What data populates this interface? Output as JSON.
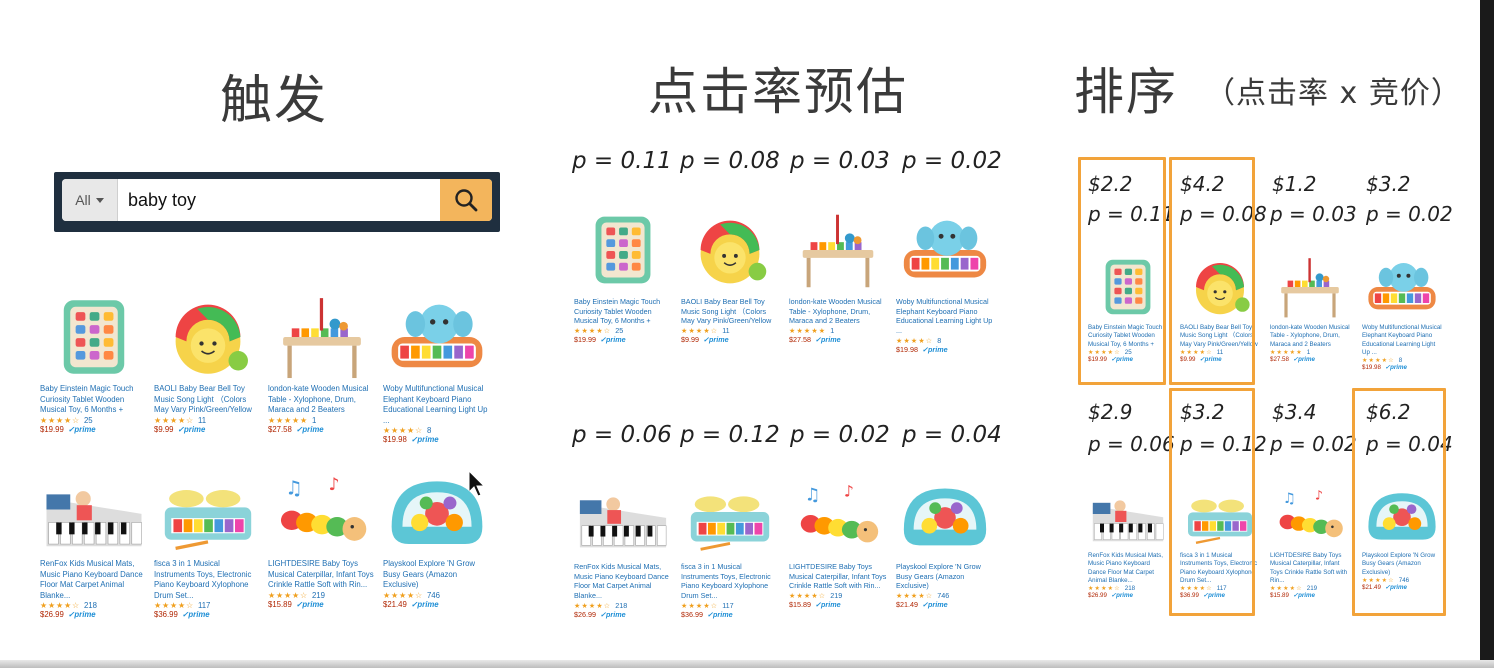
{
  "sections": {
    "trigger": {
      "title": "触发"
    },
    "ctr": {
      "title": "点击率预估"
    },
    "rank": {
      "title": "排序",
      "subtitle": "（点击率 x 竞价）"
    }
  },
  "search": {
    "department": "All",
    "query": "baby toy"
  },
  "products": [
    {
      "title": "Baby Einstein Magic Touch Curiosity Tablet Wooden Musical Toy, 6 Months +",
      "stars": "★★★★☆",
      "reviews": "25",
      "price": "$19.99",
      "prime": "prime"
    },
    {
      "title": "BAOLI Baby Bear Bell Toy Music Song Light （Colors May Vary Pink/Green/Yellow",
      "stars": "★★★★☆",
      "reviews": "11",
      "price": "$9.99",
      "prime": "prime"
    },
    {
      "title": "london-kate Wooden Musical Table - Xylophone, Drum, Maraca and 2 Beaters",
      "stars": "★★★★★",
      "reviews": "1",
      "price": "$27.58",
      "prime": "prime"
    },
    {
      "title": "Woby Multifunctional Musical Elephant Keyboard Piano Educational Learning Light Up ...",
      "stars": "★★★★☆",
      "reviews": "8",
      "price": "$19.98",
      "prime": "prime"
    },
    {
      "title": "RenFox Kids Musical Mats, Music Piano Keyboard Dance Floor Mat Carpet Animal Blanke...",
      "stars": "★★★★☆",
      "reviews": "218",
      "price": "$26.99",
      "prime": "prime"
    },
    {
      "title": "fisca 3 in 1 Musical Instruments Toys, Electronic Piano Keyboard Xylophone Drum Set...",
      "stars": "★★★★☆",
      "reviews": "117",
      "price": "$36.99",
      "prime": "prime"
    },
    {
      "title": "LIGHTDESIRE Baby Toys Musical Caterpillar, Infant Toys Crinkle Rattle Soft with Rin...",
      "stars": "★★★★☆",
      "reviews": "219",
      "price": "$15.89",
      "prime": "prime"
    },
    {
      "title": "Playskool Explore 'N Grow Busy Gears (Amazon Exclusive)",
      "stars": "★★★★☆",
      "reviews": "746",
      "price": "$21.49",
      "prime": "prime"
    }
  ],
  "ctr_values": [
    "p = 0.11",
    "p = 0.08",
    "p = 0.03",
    "p = 0.02",
    "p = 0.06",
    "p = 0.12",
    "p = 0.02",
    "p = 0.04"
  ],
  "bids": [
    "$2.2",
    "$4.2",
    "$1.2",
    "$3.2",
    "$2.9",
    "$3.2",
    "$3.4",
    "$6.2"
  ],
  "highlighted": [
    true,
    true,
    false,
    false,
    false,
    true,
    false,
    true
  ],
  "colors": {
    "highlight": "#f2a33a",
    "search_frame": "#1f2f3f",
    "search_button": "#f3b55c",
    "link": "#1f6fb3",
    "price": "#b12704",
    "star": "#f0a01f"
  },
  "icons": {
    "search": "magnifier-icon",
    "cursor": "mouse-pointer-icon"
  }
}
